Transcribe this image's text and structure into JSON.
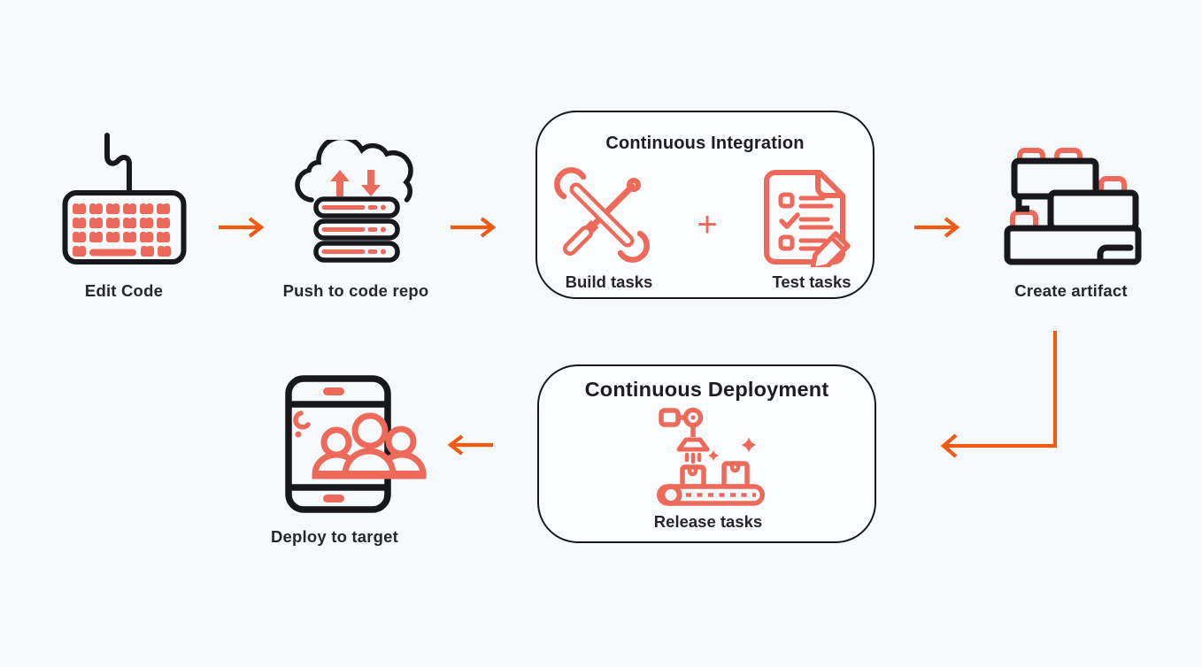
{
  "diagram": {
    "nodes": [
      {
        "id": "edit-code",
        "label": "Edit Code",
        "icon": "keyboard-icon"
      },
      {
        "id": "push-repo",
        "label": "Push to code repo",
        "icon": "cloud-push-icon"
      },
      {
        "id": "create-artifact",
        "label": "Create artifact",
        "icon": "bricks-icon"
      },
      {
        "id": "deploy-target",
        "label": "Deploy to target",
        "icon": "phone-users-icon"
      }
    ],
    "groups": [
      {
        "id": "continuous-integration",
        "title": "Continuous Integration",
        "separator": "+",
        "items": [
          {
            "label": "Build tasks",
            "icon": "wrench-screwdriver-icon"
          },
          {
            "label": "Test tasks",
            "icon": "checklist-pencil-icon"
          }
        ]
      },
      {
        "id": "continuous-deployment",
        "title": "Continuous Deployment",
        "items": [
          {
            "label": "Release tasks",
            "icon": "conveyor-robot-icon"
          }
        ]
      }
    ],
    "colors": {
      "background": "#F7FAFD",
      "outline_black": "#17171C",
      "icon_coral": "#ED6A5B",
      "arrow_orange": "#F25A12",
      "label_text": "#26262B"
    }
  }
}
